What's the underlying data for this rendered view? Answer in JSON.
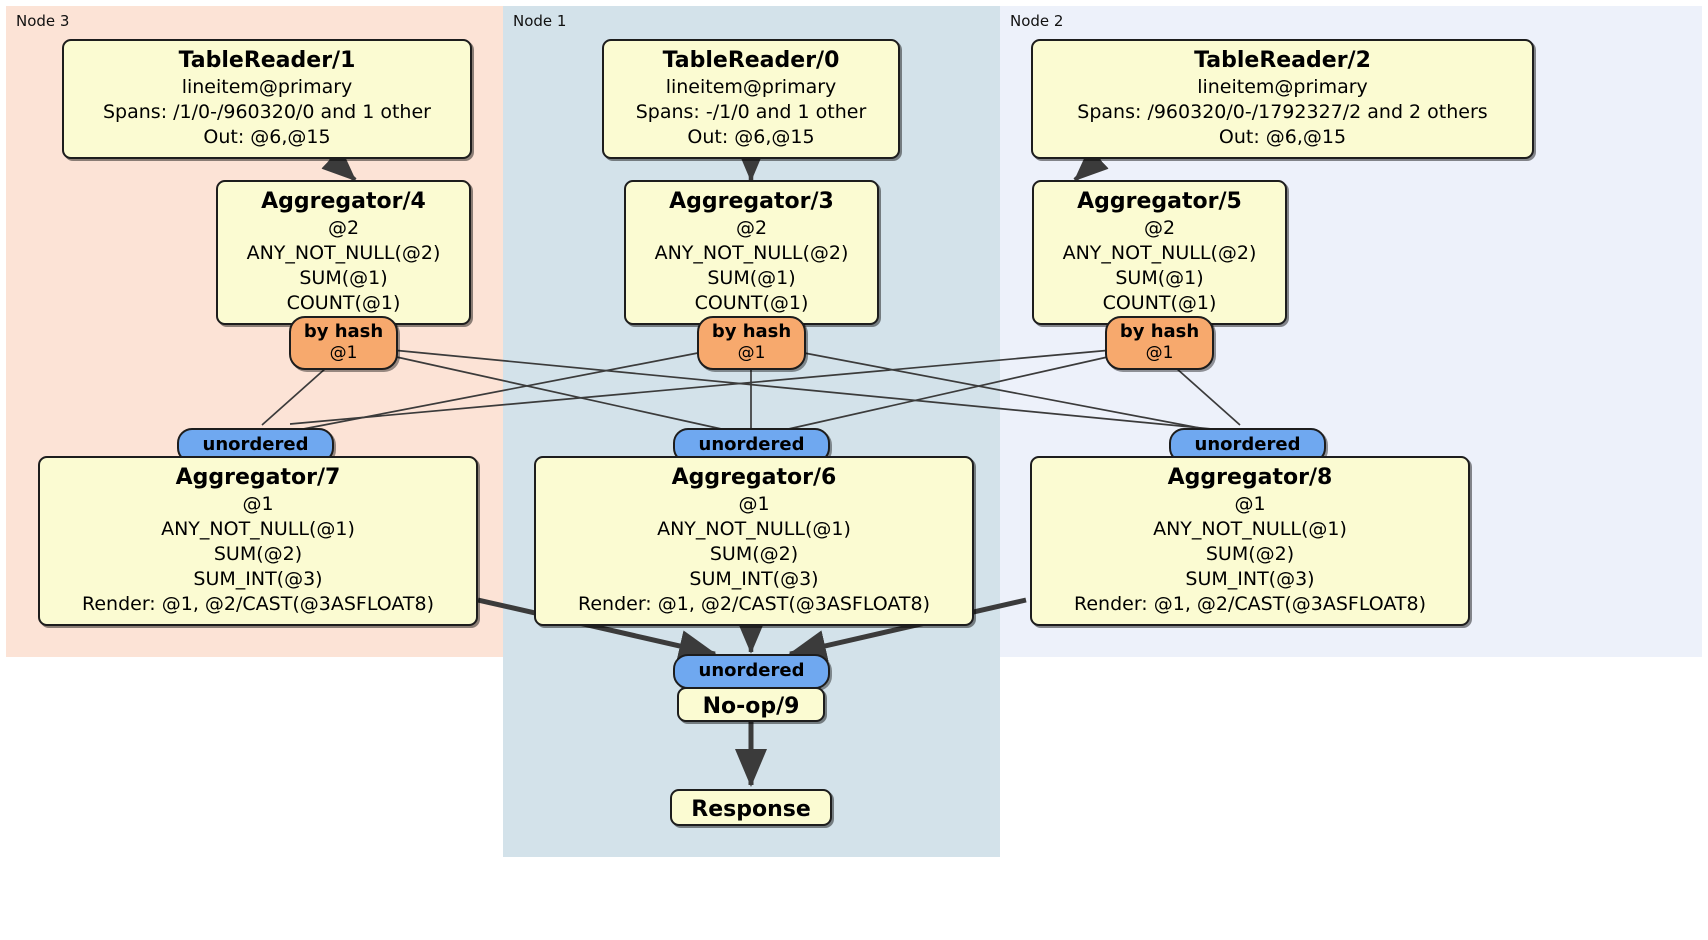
{
  "diagram": {
    "type": "distributed-query-plan",
    "colors": {
      "node3_bg": "#fce3d6",
      "node1_bg": "#d3e2ea",
      "node2_bg": "#edf1fa",
      "processor_bg": "#fbfbd2",
      "hash_router_bg": "#f7a96d",
      "unordered_synchronizer_bg": "#6fa8f0",
      "border": "#1d1d1d",
      "edge": "#3b3b3b"
    }
  },
  "regions": [
    {
      "id": "node3",
      "label": "Node 3"
    },
    {
      "id": "node1",
      "label": "Node 1"
    },
    {
      "id": "node2",
      "label": "Node 2"
    }
  ],
  "processors": {
    "table_reader_1": {
      "title": "TableReader/1",
      "lines": [
        "lineitem@primary",
        "Spans: /1/0-/960320/0 and 1 other",
        "Out: @6,@15"
      ]
    },
    "table_reader_0": {
      "title": "TableReader/0",
      "lines": [
        "lineitem@primary",
        "Spans: -/1/0 and 1 other",
        "Out: @6,@15"
      ]
    },
    "table_reader_2": {
      "title": "TableReader/2",
      "lines": [
        "lineitem@primary",
        "Spans: /960320/0-/1792327/2 and 2 others",
        "Out: @6,@15"
      ]
    },
    "aggregator_4": {
      "title": "Aggregator/4",
      "lines": [
        "@2",
        "ANY_NOT_NULL(@2)",
        "SUM(@1)",
        "COUNT(@1)"
      ]
    },
    "aggregator_3": {
      "title": "Aggregator/3",
      "lines": [
        "@2",
        "ANY_NOT_NULL(@2)",
        "SUM(@1)",
        "COUNT(@1)"
      ]
    },
    "aggregator_5": {
      "title": "Aggregator/5",
      "lines": [
        "@2",
        "ANY_NOT_NULL(@2)",
        "SUM(@1)",
        "COUNT(@1)"
      ]
    },
    "aggregator_7": {
      "title": "Aggregator/7",
      "lines": [
        "@1",
        "ANY_NOT_NULL(@1)",
        "SUM(@2)",
        "SUM_INT(@3)",
        "Render: @1, @2/CAST(@3ASFLOAT8)"
      ]
    },
    "aggregator_6": {
      "title": "Aggregator/6",
      "lines": [
        "@1",
        "ANY_NOT_NULL(@1)",
        "SUM(@2)",
        "SUM_INT(@3)",
        "Render: @1, @2/CAST(@3ASFLOAT8)"
      ]
    },
    "aggregator_8": {
      "title": "Aggregator/8",
      "lines": [
        "@1",
        "ANY_NOT_NULL(@1)",
        "SUM(@2)",
        "SUM_INT(@3)",
        "Render: @1, @2/CAST(@3ASFLOAT8)"
      ]
    },
    "noop_9": {
      "title": "No-op/9"
    },
    "response": {
      "title": "Response"
    }
  },
  "routers": {
    "by_hash_left": {
      "kind": "by hash",
      "column": "@1"
    },
    "by_hash_center": {
      "kind": "by hash",
      "column": "@1"
    },
    "by_hash_right": {
      "kind": "by hash",
      "column": "@1"
    }
  },
  "synchronizers": {
    "unordered_left": {
      "label": "unordered"
    },
    "unordered_center": {
      "label": "unordered"
    },
    "unordered_right": {
      "label": "unordered"
    },
    "unordered_final": {
      "label": "unordered"
    }
  }
}
